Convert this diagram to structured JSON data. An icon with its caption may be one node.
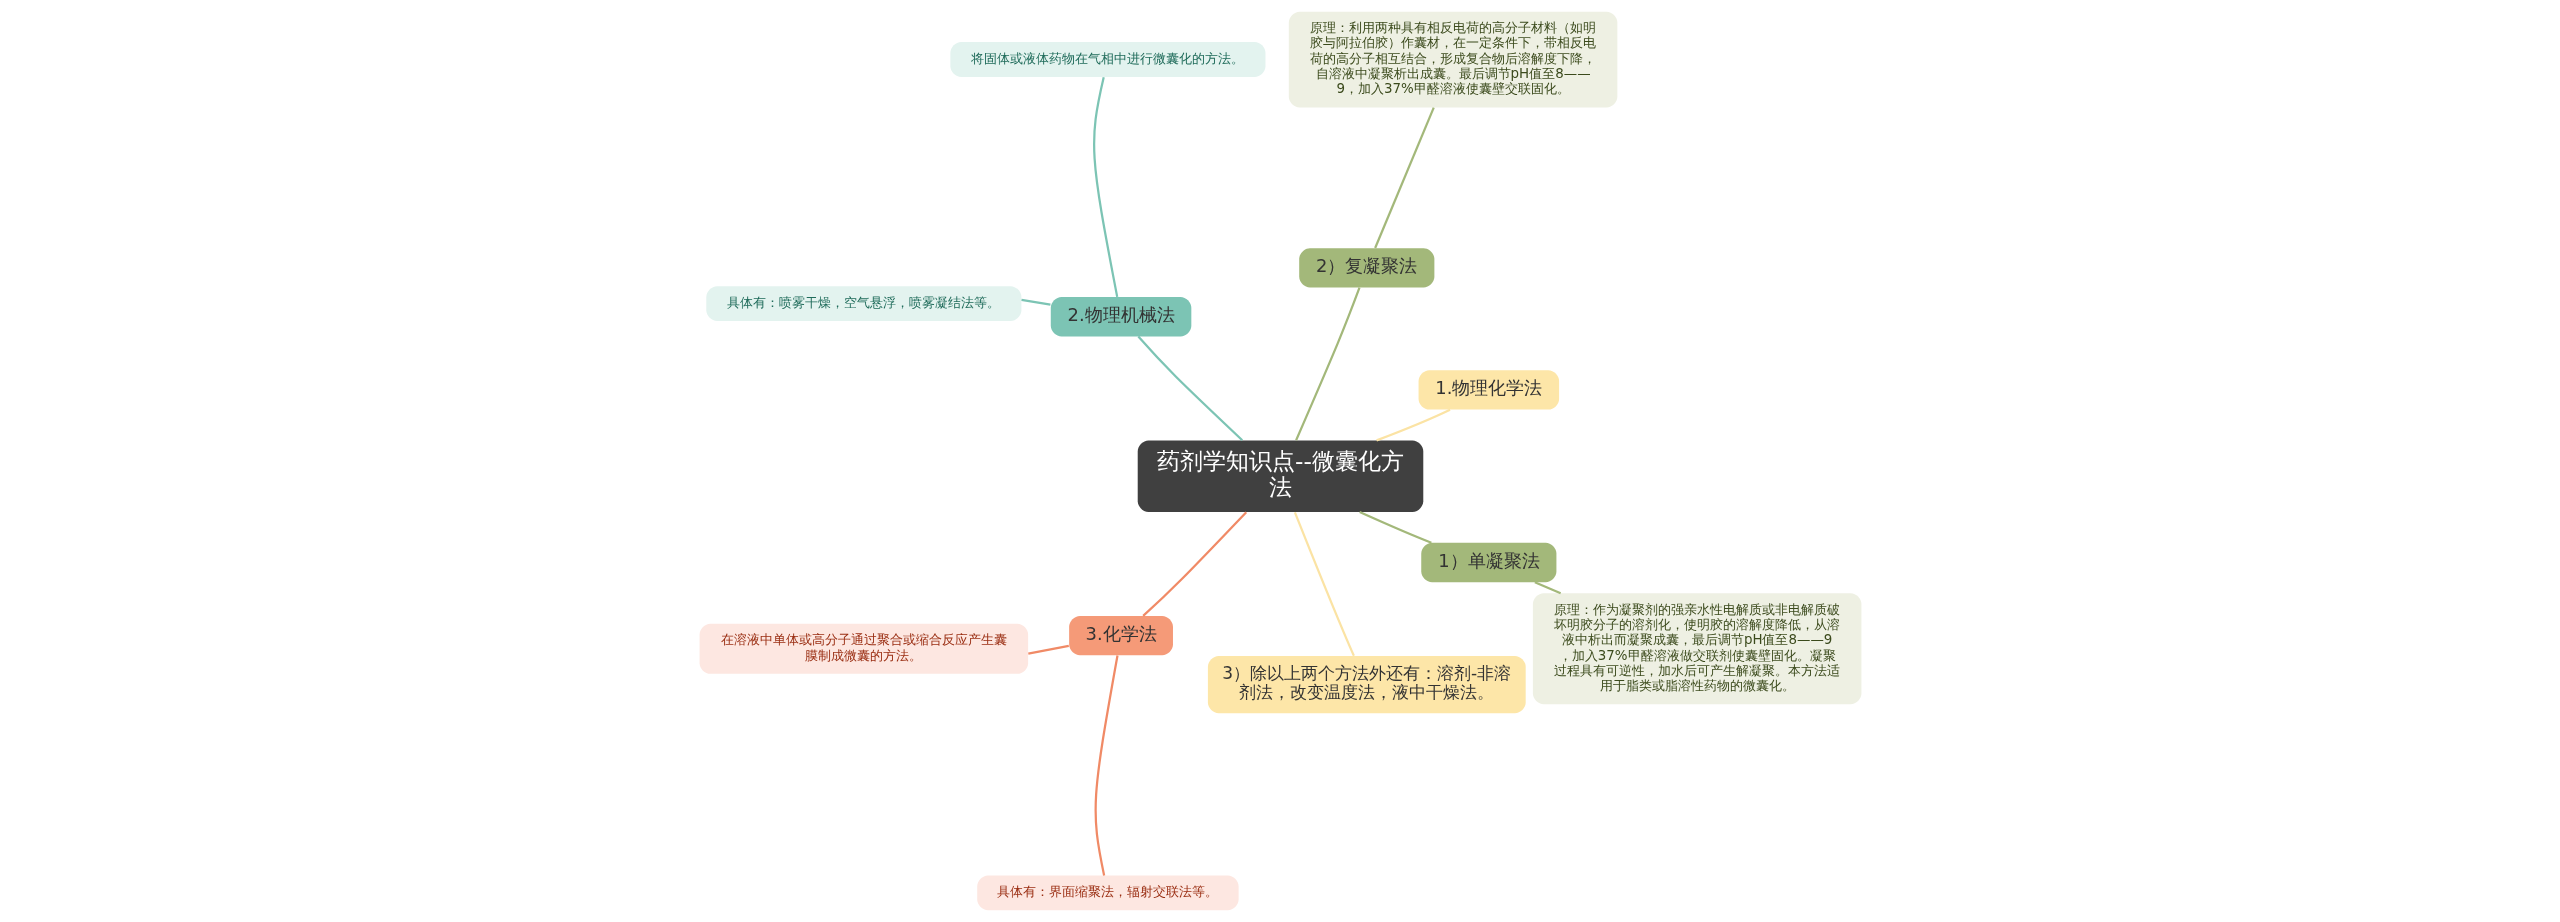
{
  "diagram": {
    "nodes": [
      {
        "text": [
          "药剂学知识点--微囊化方法"
        ]
      },
      {
        "text": [
          "1.物理化学法"
        ]
      },
      {
        "text": [
          "2）复凝聚法"
        ]
      },
      {
        "text": [
          "原理：利用两种具有相反电荷的高分子材料（如明胶与阿拉伯胶）作囊材，在一定条件下，带相反电荷的高分子相互结合，形成复合物后溶解度下降，自溶液中凝聚析出成囊。最后调节pH值至8——9，加入37%甲醛溶液使囊壁交联固化。"
        ]
      },
      {
        "text": [
          "2.物理机械法"
        ]
      },
      {
        "text": [
          "将固体或液体药物在气相中进行微囊化的方法。"
        ]
      },
      {
        "text": [
          "具体有：喷雾干燥，空气悬浮，喷雾凝结法等。"
        ]
      },
      {
        "text": [
          "3.化学法"
        ]
      },
      {
        "text": [
          "在溶液中单体或高分子通过聚合或缩合反应产生囊膜制成微囊的方法。"
        ]
      },
      {
        "text": [
          "具体有：界面缩聚法，辐射交联法等。"
        ]
      },
      {
        "text": [
          "3）除以上两个方法外还有：溶剂-非溶剂法，改变温度法，液中干燥法。"
        ]
      },
      {
        "text": [
          "1）单凝聚法"
        ]
      },
      {
        "text": [
          "原理：作为凝聚剂的强亲水性电解质或非电解质破坏明胶分子的溶剂化，使明胶的溶解度降低，从溶液中析出而凝聚成囊，最后调节pH值至8——9，加入37%甲醛溶液做交联剂使囊壁固化。凝聚过程具有可逆性，加水后可产生解凝聚。本方法适用于脂类或脂溶性药物的微囊化。"
        ]
      }
    ],
    "edges": [
      {
        "from": 0,
        "to": 1,
        "arrow": "none",
        "color": "#fbe3a4"
      },
      {
        "from": 0,
        "to": 2,
        "arrow": "none"
      },
      {
        "from": 2,
        "to": 3,
        "arrow": "none"
      },
      {
        "from": 0,
        "to": 4,
        "arrow": "none",
        "color": "#7cc4b4"
      },
      {
        "from": 4,
        "to": 5,
        "arrow": "none",
        "color": "#7cc4b4"
      },
      {
        "from": 4,
        "to": 6,
        "arrow": "none",
        "color": "#7cc4b4"
      },
      {
        "from": 0,
        "to": 7,
        "arrow": "none",
        "color": "#f08a66"
      },
      {
        "from": 7,
        "to": 8,
        "arrow": "none",
        "color": "#f08a66"
      },
      {
        "from": 7,
        "to": 9,
        "arrow": "none",
        "color": "#f08a66"
      },
      {
        "from": 0,
        "to": 10,
        "arrow": "none",
        "color": "#fbe3a4"
      },
      {
        "from": 0,
        "to": 11,
        "arrow": "none"
      },
      {
        "from": 11,
        "to": 12,
        "arrow": "none"
      }
    ]
  }
}
